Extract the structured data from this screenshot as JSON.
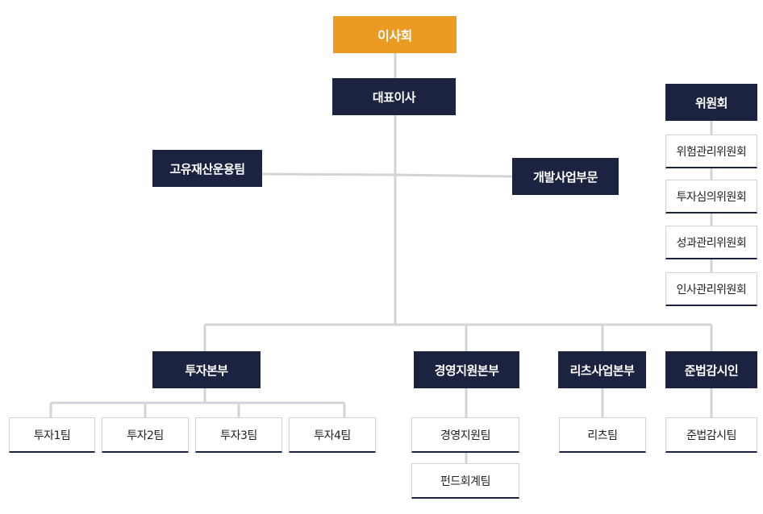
{
  "board": "이사회",
  "ceo": "대표이사",
  "left_team": "고유재산운용팀",
  "right_division": "개발사업부문",
  "committee": {
    "title": "위원회",
    "items": [
      "위험관리위원회",
      "투자심의위원회",
      "성과관리위원회",
      "인사관리위원회"
    ]
  },
  "divisions": [
    {
      "name": "투자본부",
      "teams": [
        "투자1팀",
        "투자2팀",
        "투자3팀",
        "투자4팀"
      ]
    },
    {
      "name": "경영지원본부",
      "teams": [
        "경영지원팀",
        "펀드회계팀"
      ]
    },
    {
      "name": "리츠사업본부",
      "teams": [
        "리츠팀"
      ]
    },
    {
      "name": "준법감시인",
      "teams": [
        "준법감시팀"
      ]
    }
  ],
  "colors": {
    "primary": "#1c2340",
    "accent": "#eb9a22",
    "line": "#d2d4d8"
  }
}
